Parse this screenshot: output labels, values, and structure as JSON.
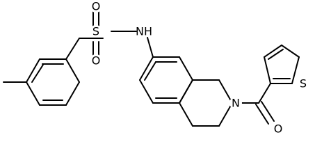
{
  "structure": {
    "colors": {
      "bond": "#000000",
      "label": "#000000",
      "background": "#ffffff"
    },
    "atom_labels": {
      "sulfonyl_sulfur": "S",
      "sulfonyl_oxygen_top": "O",
      "sulfonyl_oxygen_bottom": "O",
      "amide_nh": "NH",
      "ring_nitrogen": "N",
      "carbonyl_oxygen": "O",
      "thiophene_sulfur": "S"
    }
  }
}
